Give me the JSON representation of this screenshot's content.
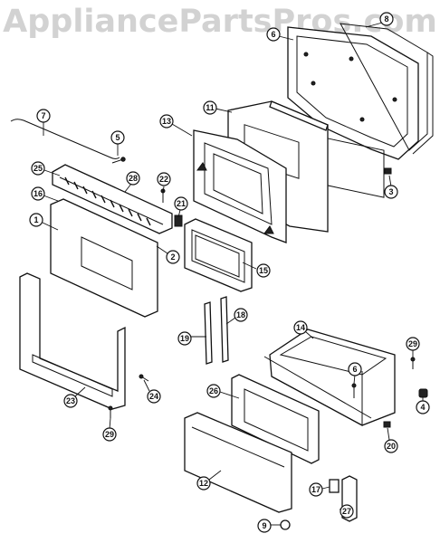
{
  "watermark": "AppliancePartsPros.com",
  "callouts": [
    "1",
    "2",
    "3",
    "4",
    "5",
    "6",
    "7",
    "8",
    "9",
    "11",
    "12",
    "13",
    "14",
    "15",
    "16",
    "17",
    "18",
    "19",
    "20",
    "21",
    "22",
    "23",
    "24",
    "25",
    "26",
    "27",
    "28",
    "29"
  ]
}
